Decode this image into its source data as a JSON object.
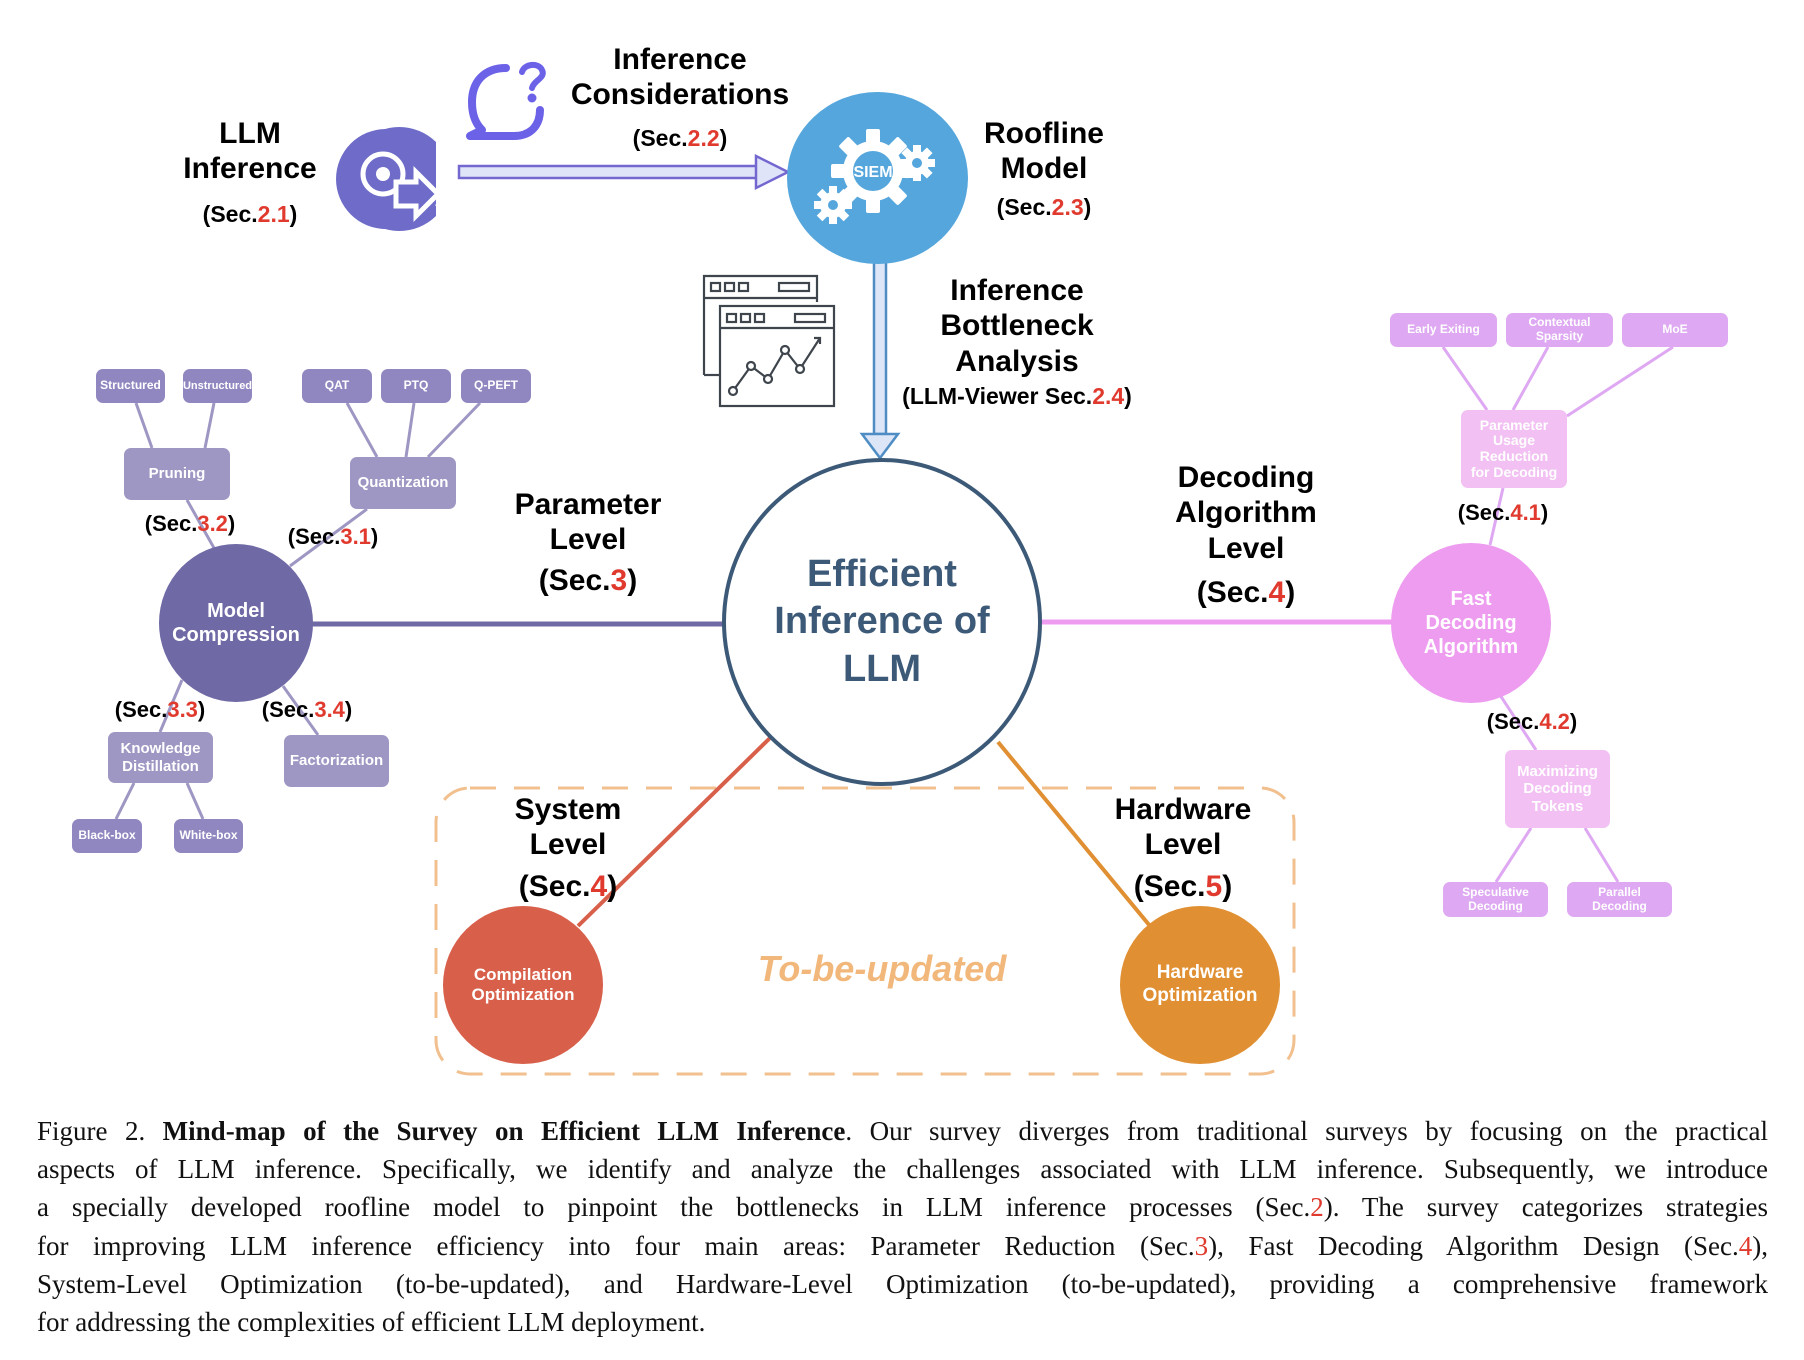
{
  "figure": {
    "top": {
      "llm_inference": {
        "title_lines": [
          "LLM",
          "Inference"
        ],
        "sec_prefix": "(Sec.",
        "sec_num": "2.1",
        "sec_suffix": ")",
        "icon": "disc-export-icon"
      },
      "inference_considerations": {
        "title_lines": [
          "Inference",
          "Considerations"
        ],
        "sec_prefix": "(Sec.",
        "sec_num": "2.2",
        "sec_suffix": ")",
        "icon": "question-bubble-icon"
      },
      "roofline_model": {
        "title_lines": [
          "Roofline",
          "Model"
        ],
        "sec_prefix": "(Sec.",
        "sec_num": "2.3",
        "sec_suffix": ")",
        "icon": "gears-icon",
        "icon_text": "SIEM"
      },
      "bottleneck_analysis": {
        "title_lines": [
          "Inference",
          "Bottleneck",
          "Analysis"
        ],
        "sec_prefix": "(LLM-Viewer Sec.",
        "sec_num": "2.4",
        "sec_suffix": ")",
        "icon": "dashboard-chart-icon"
      }
    },
    "center": {
      "lines": [
        "Efficient",
        "Inference of",
        "LLM"
      ]
    },
    "parameter_level": {
      "title_lines": [
        "Parameter",
        "Level"
      ],
      "sec_prefix": "(Sec.",
      "sec_num": "3",
      "sec_suffix": ")",
      "hub": {
        "lines": [
          "Model",
          "Compression"
        ]
      },
      "pruning": {
        "label": "Pruning",
        "sec_prefix": "(Sec.",
        "sec_num": "3.2",
        "sec_suffix": ")",
        "children": [
          "Structured",
          "Unstructured"
        ]
      },
      "quantization": {
        "label": "Quantization",
        "sec_prefix": "(Sec.",
        "sec_num": "3.1",
        "sec_suffix": ")",
        "children": [
          "QAT",
          "PTQ",
          "Q-PEFT"
        ]
      },
      "distillation": {
        "lines": [
          "Knowledge",
          "Distillation"
        ],
        "sec_prefix": "(Sec.",
        "sec_num": "3.3",
        "sec_suffix": ")",
        "children": [
          "Black-box",
          "White-box"
        ]
      },
      "factorization": {
        "label": "Factorization",
        "sec_prefix": "(Sec.",
        "sec_num": "3.4",
        "sec_suffix": ")"
      }
    },
    "decoding_level": {
      "title_lines": [
        "Decoding",
        "Algorithm",
        "Level"
      ],
      "sec_prefix": "(Sec.",
      "sec_num": "4",
      "sec_suffix": ")",
      "hub": {
        "lines": [
          "Fast",
          "Decoding",
          "Algorithm"
        ]
      },
      "param_usage": {
        "lines": [
          "Parameter",
          "Usage",
          "Reduction",
          "for Decoding"
        ],
        "sec_prefix": "(Sec.",
        "sec_num": "4.1",
        "sec_suffix": ")",
        "children": [
          {
            "lines": [
              "Early Exiting"
            ]
          },
          {
            "lines": [
              "Contextual",
              "Sparsity"
            ]
          },
          {
            "lines": [
              "MoE"
            ]
          }
        ]
      },
      "max_tokens": {
        "lines": [
          "Maximizing",
          "Decoding",
          "Tokens"
        ],
        "sec_prefix": "(Sec.",
        "sec_num": "4.2",
        "sec_suffix": ")",
        "children": [
          {
            "lines": [
              "Speculative",
              "Decoding"
            ]
          },
          {
            "lines": [
              "Parallel",
              "Decoding"
            ]
          }
        ]
      }
    },
    "system_level": {
      "title_lines": [
        "System",
        "Level"
      ],
      "sec_prefix": "(Sec.",
      "sec_num": "4",
      "sec_suffix": ")",
      "hub": {
        "lines": [
          "Compilation",
          "Optimization"
        ]
      }
    },
    "hardware_level": {
      "title_lines": [
        "Hardware",
        "Level"
      ],
      "sec_prefix": "(Sec.",
      "sec_num": "5",
      "sec_suffix": ")",
      "hub": {
        "lines": [
          "Hardware",
          "Optimization"
        ]
      }
    },
    "to_be_updated": "To-be-updated",
    "colors": {
      "parameter": "#6f6aa5",
      "param_box": "#9e97c3",
      "param_leaf": "#9187c0",
      "decoding": "#ee9cf0",
      "decoding_box": "#f2c0f3",
      "decoding_leaf": "#dea8f2",
      "center_border": "#3c5a78",
      "roofline": "#55a6dc",
      "system": "#d8604b",
      "hardware": "#e08f32",
      "dashed_box": "#f2c08e",
      "section_number": "#e03a2e"
    }
  },
  "caption": {
    "lines": [
      [
        {
          "t": "Figure 2. "
        },
        {
          "t": "Mind-map of the Survey on Efficient LLM Inference",
          "b": true
        },
        {
          "t": ". Our survey diverges from traditional surveys by focusing on the practical"
        }
      ],
      [
        {
          "t": "aspects of LLM inference. Specifically, we identify and analyze the challenges associated with LLM inference. Subsequently, we introduce"
        }
      ],
      [
        {
          "t": "a specially developed roofline model to pinpoint the bottlenecks in LLM inference processes (Sec."
        },
        {
          "t": "2",
          "r": true
        },
        {
          "t": "). The survey categorizes strategies"
        }
      ],
      [
        {
          "t": "for improving LLM inference efficiency into four main areas: Parameter Reduction (Sec."
        },
        {
          "t": "3",
          "r": true
        },
        {
          "t": "), Fast Decoding Algorithm Design (Sec."
        },
        {
          "t": "4",
          "r": true
        },
        {
          "t": "),"
        }
      ],
      [
        {
          "t": "System-Level Optimization (to-be-updated), and Hardware-Level Optimization (to-be-updated), providing a comprehensive framework"
        }
      ],
      [
        {
          "t": "for addressing the complexities of efficient LLM deployment."
        }
      ]
    ]
  }
}
